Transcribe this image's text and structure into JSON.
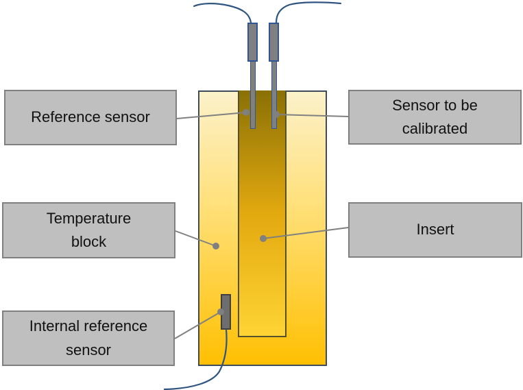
{
  "diagram": {
    "labels": {
      "reference_sensor": {
        "text": "Reference sensor"
      },
      "sensor_to_be_calibrated": {
        "text": "Sensor to be\ncalibrated"
      },
      "temperature_block": {
        "text": "Temperature\nblock"
      },
      "insert": {
        "text": "Insert"
      },
      "internal_reference_sensor": {
        "text": "Internal reference\nsensor"
      }
    }
  },
  "colors": {
    "background": "#FFFFFF",
    "label_fill": "#BFBFBF",
    "label_border": "#7F7F7F",
    "label_text": "#111111",
    "block_border": "#3E4C59",
    "block_gradient_top": "#FCF2CA",
    "block_gradient_mid": "#FFDE73",
    "block_gradient_bottom": "#FFC003",
    "insert_border": "#55502E",
    "insert_gradient_top": "#8A7005",
    "insert_gradient_mid": "#E2A90F",
    "insert_gradient_bottom": "#FFD435",
    "sensor_fill": "#808080",
    "sensor_border": "#2F5597",
    "internal_sensor_fill": "#6E6E6E",
    "internal_sensor_border": "#3F3F3F",
    "wire_color": "#2F5580",
    "leader_color": "#808080"
  }
}
